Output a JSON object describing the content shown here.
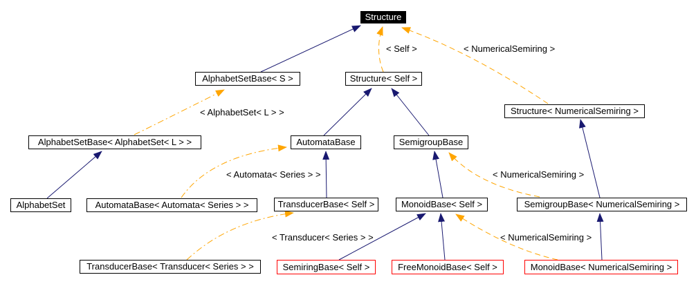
{
  "diagram": {
    "type": "class-inheritance-graph",
    "nodes": [
      {
        "id": "structure",
        "label": "Structure",
        "variant": "root"
      },
      {
        "id": "alphabetsetbase-s",
        "label": "AlphabetSetBase< S >",
        "variant": "normal"
      },
      {
        "id": "structure-self",
        "label": "Structure< Self >",
        "variant": "normal"
      },
      {
        "id": "structure-numericalsemiring",
        "label": "Structure< NumericalSemiring >",
        "variant": "normal"
      },
      {
        "id": "alphabetsetbase-alphabetset-l",
        "label": "AlphabetSetBase< AlphabetSet< L > >",
        "variant": "normal"
      },
      {
        "id": "automatabase",
        "label": "AutomataBase",
        "variant": "normal"
      },
      {
        "id": "semigroupbase",
        "label": "SemigroupBase",
        "variant": "normal"
      },
      {
        "id": "alphabetset",
        "label": "AlphabetSet",
        "variant": "normal"
      },
      {
        "id": "automatabase-automata-series",
        "label": "AutomataBase< Automata< Series > >",
        "variant": "normal"
      },
      {
        "id": "transducerbase-self",
        "label": "TransducerBase< Self >",
        "variant": "normal"
      },
      {
        "id": "monoidbase-self",
        "label": "MonoidBase< Self >",
        "variant": "normal"
      },
      {
        "id": "semigroupbase-numericalsemiring",
        "label": "SemigroupBase< NumericalSemiring >",
        "variant": "normal"
      },
      {
        "id": "transducerbase-transducer-series",
        "label": "TransducerBase< Transducer< Series > >",
        "variant": "normal"
      },
      {
        "id": "semiringbase-self",
        "label": "SemiringBase< Self >",
        "variant": "highlight"
      },
      {
        "id": "freemonoidbase-self",
        "label": "FreeMonoidBase< Self >",
        "variant": "highlight"
      },
      {
        "id": "monoidbase-numericalsemiring",
        "label": "MonoidBase< NumericalSemiring >",
        "variant": "highlight"
      }
    ],
    "edges": [
      {
        "from": "AlphabetSetBase< S >",
        "to": "Structure",
        "type": "inheritance",
        "label": ""
      },
      {
        "from": "AutomataBase",
        "to": "Structure< Self >",
        "type": "inheritance",
        "label": ""
      },
      {
        "from": "SemigroupBase",
        "to": "Structure< Self >",
        "type": "inheritance",
        "label": ""
      },
      {
        "from": "AlphabetSet",
        "to": "AlphabetSetBase< AlphabetSet< L > >",
        "type": "inheritance",
        "label": ""
      },
      {
        "from": "TransducerBase< Self >",
        "to": "AutomataBase",
        "type": "inheritance",
        "label": ""
      },
      {
        "from": "MonoidBase< Self >",
        "to": "SemigroupBase",
        "type": "inheritance",
        "label": ""
      },
      {
        "from": "SemiringBase< Self >",
        "to": "MonoidBase< Self >",
        "type": "inheritance",
        "label": ""
      },
      {
        "from": "FreeMonoidBase< Self >",
        "to": "MonoidBase< Self >",
        "type": "inheritance",
        "label": ""
      },
      {
        "from": "MonoidBase< NumericalSemiring >",
        "to": "SemigroupBase< NumericalSemiring >",
        "type": "inheritance",
        "label": ""
      },
      {
        "from": "SemigroupBase< NumericalSemiring >",
        "to": "Structure< NumericalSemiring >",
        "type": "inheritance",
        "label": ""
      },
      {
        "from": "Structure< Self >",
        "to": "Structure",
        "type": "template",
        "label": "< Self >"
      },
      {
        "from": "Structure< NumericalSemiring >",
        "to": "Structure",
        "type": "template",
        "label": "< NumericalSemiring >"
      },
      {
        "from": "AlphabetSetBase< AlphabetSet< L > >",
        "to": "AlphabetSetBase< S >",
        "type": "template",
        "label": "< AlphabetSet< L > >"
      },
      {
        "from": "AutomataBase< Automata< Series > >",
        "to": "AutomataBase",
        "type": "template",
        "label": "< Automata< Series > >"
      },
      {
        "from": "TransducerBase< Transducer< Series > >",
        "to": "TransducerBase< Self >",
        "type": "template",
        "label": "< Transducer< Series > >"
      },
      {
        "from": "SemigroupBase< NumericalSemiring >",
        "to": "SemigroupBase",
        "type": "template",
        "label": "< NumericalSemiring >"
      },
      {
        "from": "MonoidBase< NumericalSemiring >",
        "to": "MonoidBase< Self >",
        "type": "template",
        "label": "< NumericalSemiring >"
      }
    ],
    "colors": {
      "inheritance_edge": "#191970",
      "template_edge": "#ffa500",
      "highlight_border": "#ff0000",
      "node_border": "#000000",
      "node_fill": "#ffffff",
      "root_fill": "#000000",
      "root_text": "#ffffff",
      "background": "#ffffff"
    }
  }
}
